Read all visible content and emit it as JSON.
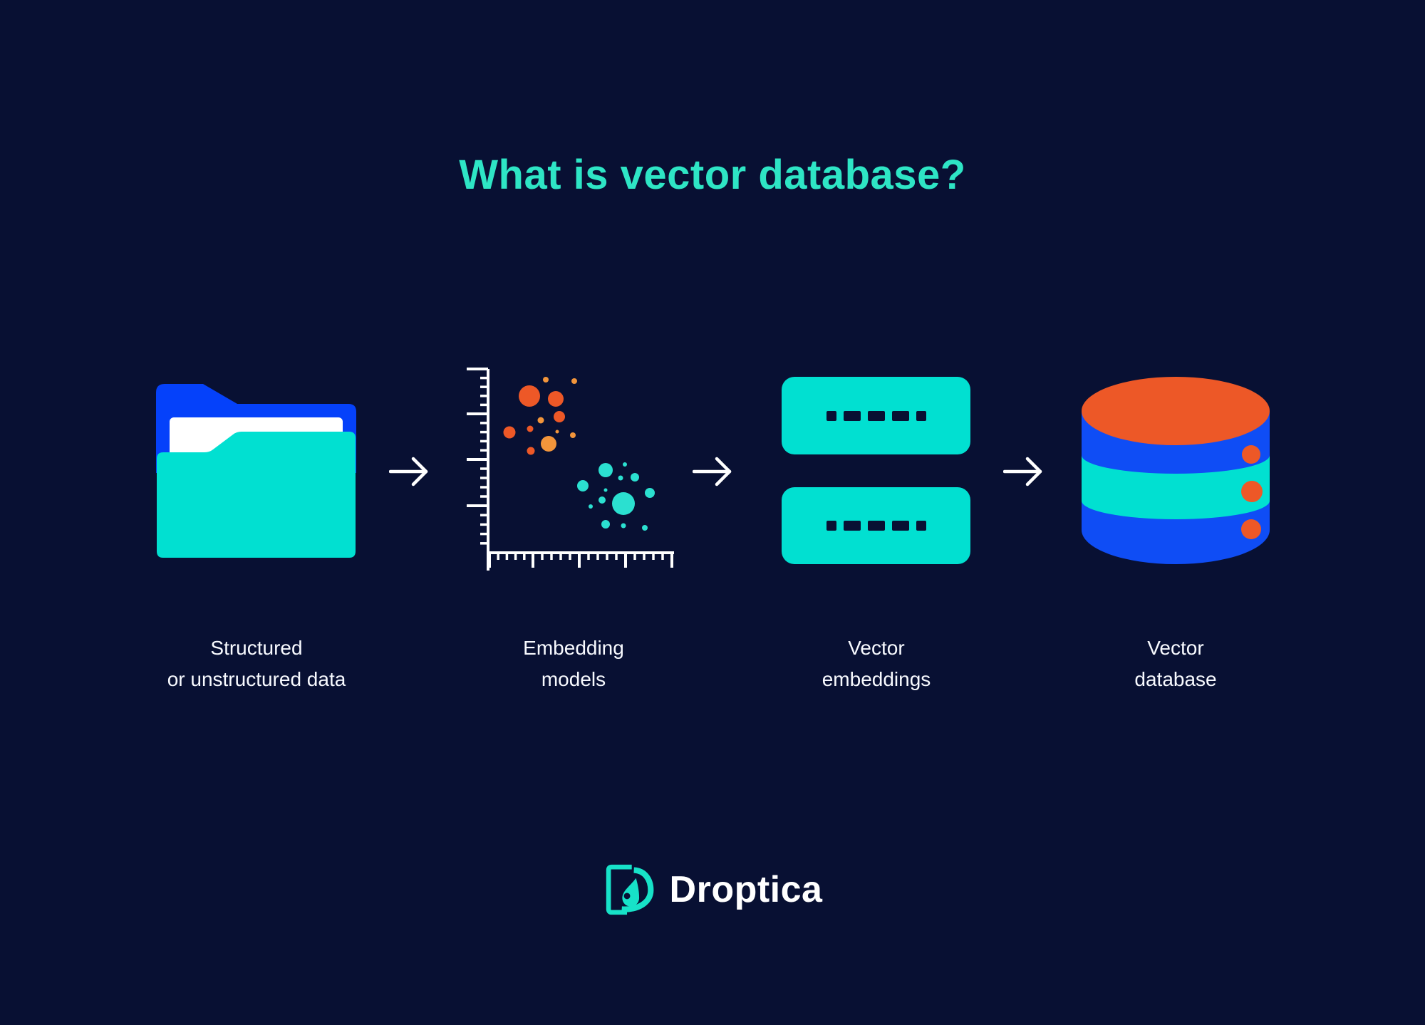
{
  "title": {
    "text": "What is vector database?"
  },
  "stages": [
    {
      "label_line1": "Structured",
      "label_line2": "or unstructured data"
    },
    {
      "label_line1": "Embedding",
      "label_line2": "models"
    },
    {
      "label_line1": "Vector",
      "label_line2": "embeddings"
    },
    {
      "label_line1": "Vector",
      "label_line2": "database"
    }
  ],
  "footer": {
    "brand": "Droptica"
  },
  "colors": {
    "background": "#081033",
    "title_teal": "#2EE5C5",
    "teal": "#01E0D1",
    "blue": "#0541FA",
    "db_blue": "#0F4DF5",
    "orange": "#ED5827",
    "orange_light": "#F2953B",
    "white": "#FFFFFF",
    "logo_teal": "#17E2C8"
  },
  "scatter": {
    "dots": [
      [
        93,
        51,
        15,
        "#ED5827"
      ],
      [
        130,
        55,
        11,
        "#ED5827"
      ],
      [
        116,
        28,
        4,
        "#F2953B"
      ],
      [
        156,
        30,
        4,
        "#F2953B"
      ],
      [
        135,
        80,
        8,
        "#ED5827"
      ],
      [
        109,
        85,
        4.5,
        "#F2953B"
      ],
      [
        94,
        97,
        4.5,
        "#ED5827"
      ],
      [
        65,
        102,
        8.5,
        "#ED5827"
      ],
      [
        132,
        101,
        2.5,
        "#F2953B"
      ],
      [
        154,
        106,
        4,
        "#F2953B"
      ],
      [
        120,
        118,
        11,
        "#F2953B"
      ],
      [
        95,
        128,
        5.5,
        "#ED5827"
      ],
      [
        200,
        155,
        10,
        "#2BE0D0"
      ],
      [
        227,
        147,
        3,
        "#2BE0D0"
      ],
      [
        221,
        166,
        3.5,
        "#2BE0D0"
      ],
      [
        241,
        165,
        6,
        "#2BE0D0"
      ],
      [
        168,
        177,
        8,
        "#2BE0D0"
      ],
      [
        200,
        183,
        2.5,
        "#2BE0D0"
      ],
      [
        262,
        187,
        7,
        "#2BE0D0"
      ],
      [
        195,
        197,
        5,
        "#2BE0D0"
      ],
      [
        225,
        202,
        16,
        "#2BE0D0"
      ],
      [
        179,
        206,
        3,
        "#2BE0D0"
      ],
      [
        200,
        231,
        6,
        "#2BE0D0"
      ],
      [
        225,
        233,
        3.5,
        "#2BE0D0"
      ],
      [
        255,
        236,
        4,
        "#2BE0D0"
      ]
    ]
  },
  "vector_rows": {
    "row_count": 2,
    "dash_widths": [
      14,
      24,
      24,
      24,
      14
    ]
  }
}
